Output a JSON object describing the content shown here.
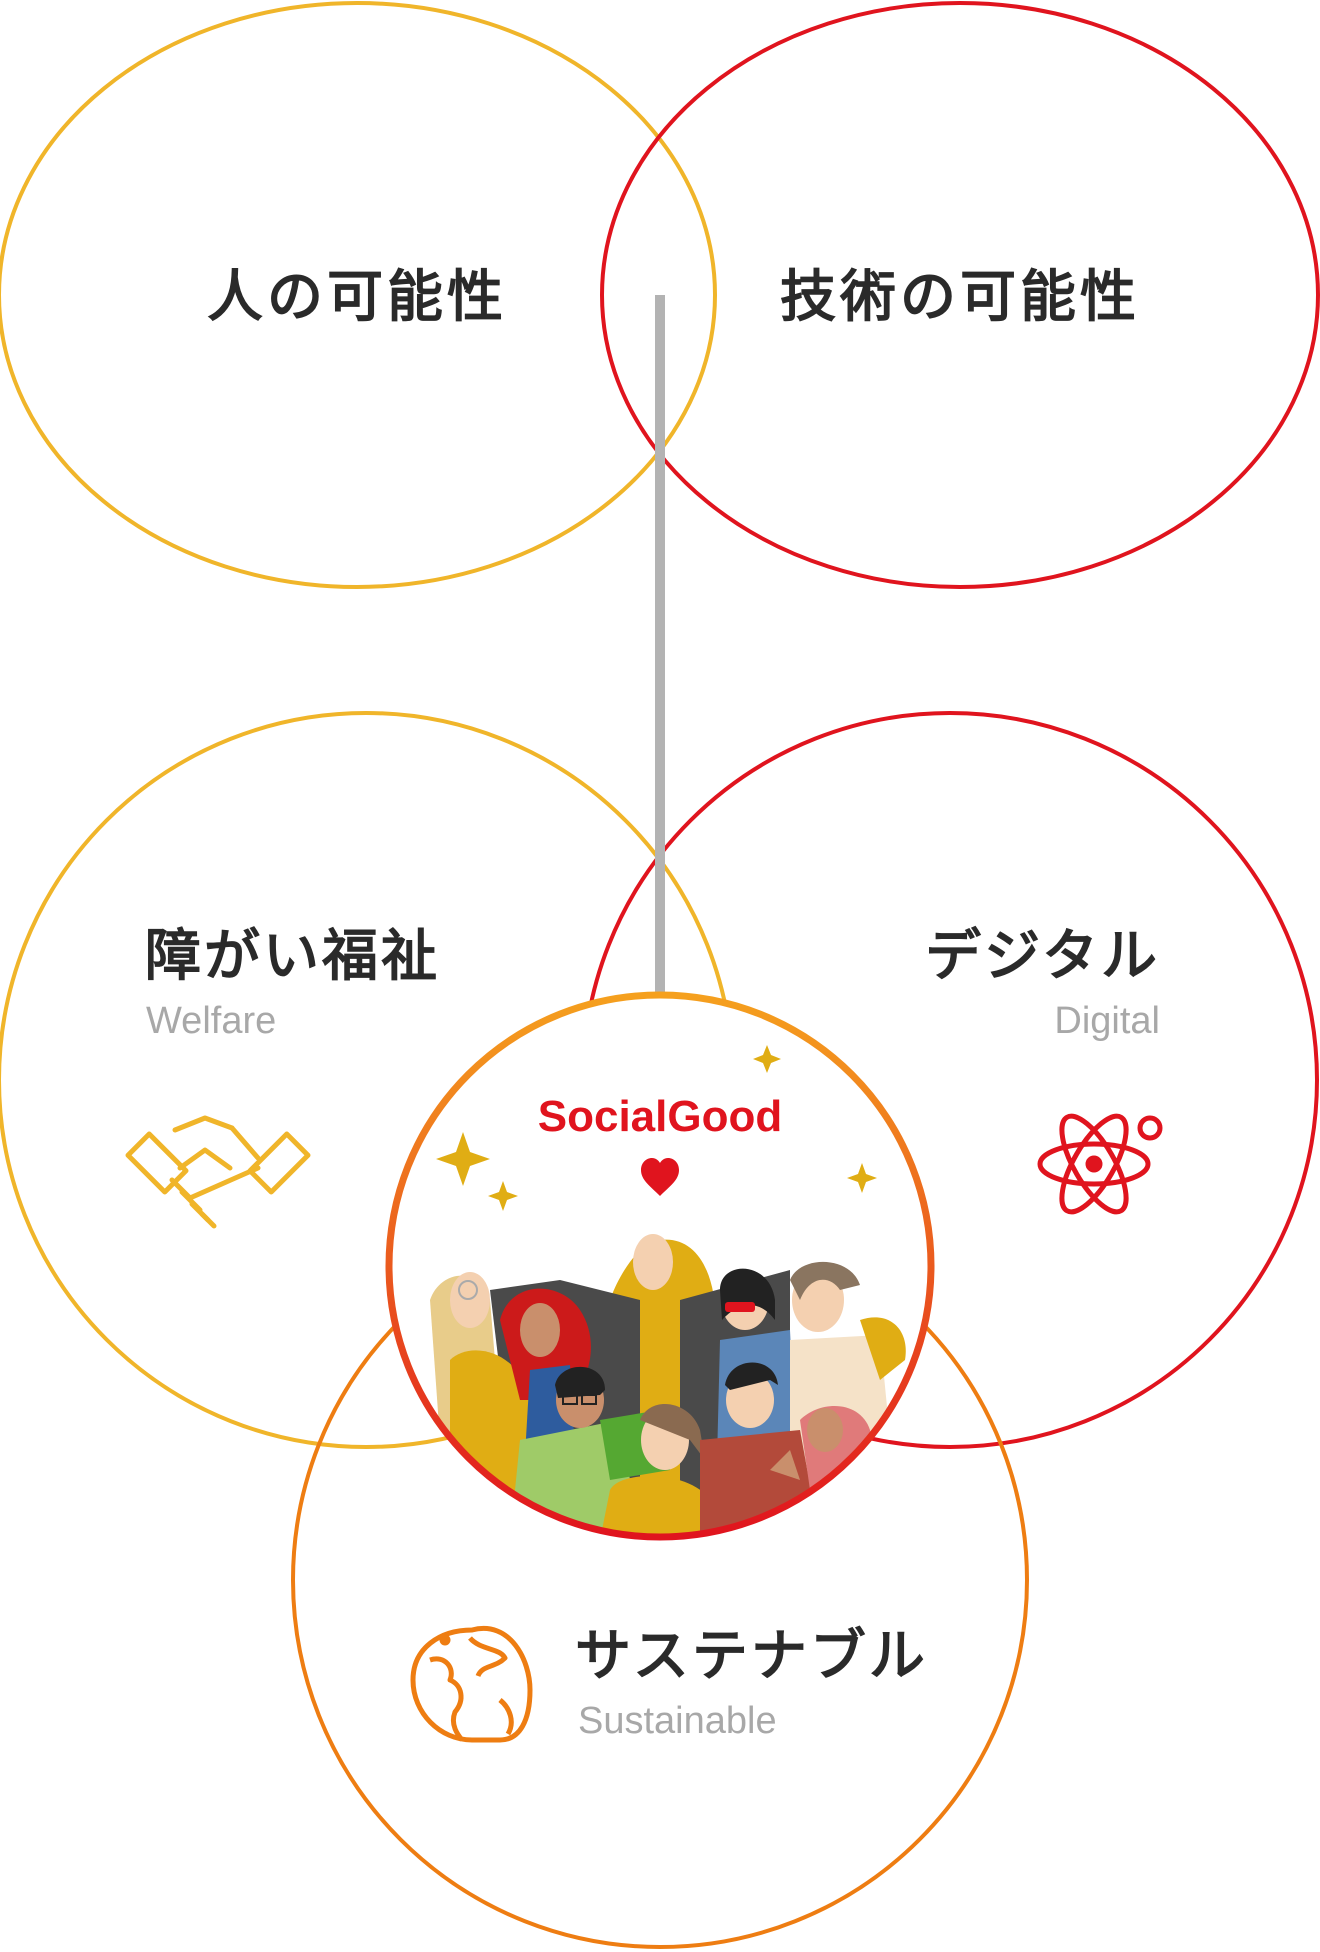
{
  "top": {
    "people": {
      "label": "人の可能性"
    },
    "technology": {
      "label": "技術の可能性"
    }
  },
  "areas": {
    "welfare": {
      "label_ja": "障がい福祉",
      "label_en": "Welfare",
      "icon": "handshake-icon",
      "color": "#f0b52a"
    },
    "digital": {
      "label_ja": "デジタル",
      "label_en": "Digital",
      "icon": "atom-icon",
      "color": "#e0141e"
    },
    "sustainable": {
      "label_ja": "サステナブル",
      "label_en": "Sustainable",
      "icon": "globe-leaf-icon",
      "color": "#ee7d12"
    }
  },
  "center": {
    "label": "SocialGood",
    "icon": "heart-icon"
  },
  "colors": {
    "yellow": "#f0b52a",
    "red": "#e0141e",
    "orange": "#ee7d12",
    "arrow": "#b3b3b3",
    "text": "#2a2a2a",
    "subtext": "#a8a8a8"
  }
}
